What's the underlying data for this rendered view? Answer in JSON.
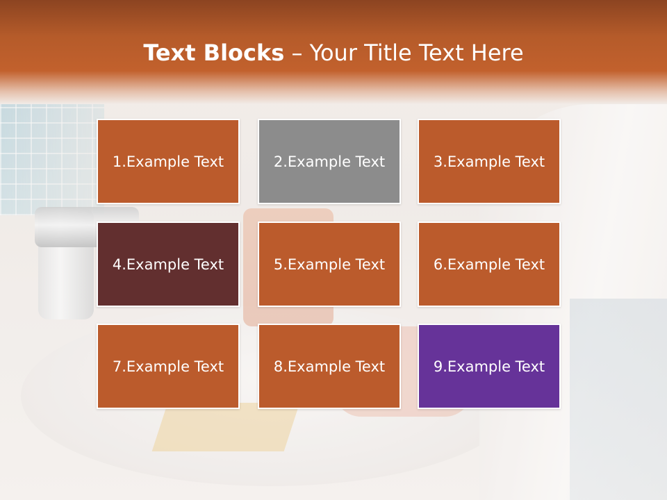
{
  "title": {
    "bold": "Text Blocks",
    "dash": " – ",
    "rest": "Your Title Text Here"
  },
  "colors": {
    "header": "#c2612d",
    "orange_block": "#bb5b2c",
    "gray_block": "#8c8c8c",
    "maroon_block": "#622f2f",
    "purple_block": "#663399",
    "border": "#ffffff",
    "text": "#ffffff"
  },
  "blocks": [
    {
      "label": "1.Example Text",
      "color": "#bb5b2c"
    },
    {
      "label": "2.Example Text",
      "color": "#8c8c8c"
    },
    {
      "label": "3.Example Text",
      "color": "#bb5b2c"
    },
    {
      "label": "4.Example Text",
      "color": "#622f2f"
    },
    {
      "label": "5.Example Text",
      "color": "#bb5b2c"
    },
    {
      "label": "6.Example Text",
      "color": "#bb5b2c"
    },
    {
      "label": "7.Example Text",
      "color": "#bb5b2c"
    },
    {
      "label": "8.Example Text",
      "color": "#bb5b2c"
    },
    {
      "label": "9.Example Text",
      "color": "#663399"
    }
  ]
}
